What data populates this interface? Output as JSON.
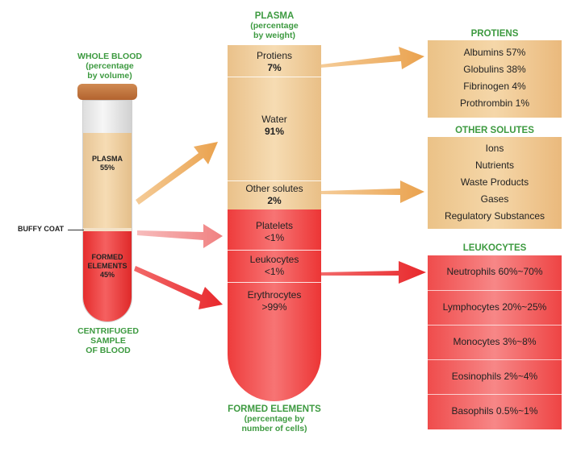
{
  "whole_blood": {
    "title": "WHOLE BLOOD",
    "subtitle_1": "(percentage",
    "subtitle_2": "by volume)"
  },
  "tube": {
    "plasma_label": "PLASMA",
    "plasma_value": "55%",
    "formed_label_1": "FORMED",
    "formed_label_2": "ELEMENTS",
    "formed_value": "45%",
    "buffy_coat": "BUFFY COAT",
    "caption_1": "CENTRIFUGED",
    "caption_2": "SAMPLE",
    "caption_3": "OF BLOOD"
  },
  "plasma_header": {
    "title": "PLASMA",
    "subtitle_1": "(percentage",
    "subtitle_2": "by weight)"
  },
  "column": {
    "proteins": {
      "name": "Protiens",
      "value": "7%"
    },
    "water": {
      "name": "Water",
      "value": "91%"
    },
    "other": {
      "name": "Other solutes",
      "value": "2%"
    },
    "platelets": {
      "name": "Platelets",
      "value": "<1%"
    },
    "leukocytes": {
      "name": "Leukocytes",
      "value": "<1%"
    },
    "erythrocytes": {
      "name": "Erythrocytes",
      "value": ">99%"
    }
  },
  "formed_footer": {
    "title": "FORMED ELEMENTS",
    "subtitle_1": "(percentage by",
    "subtitle_2": "number of cells)"
  },
  "proteins_box": {
    "title": "PROTIENS",
    "items": [
      "Albumins 57%",
      "Globulins 38%",
      "Fibrinogen 4%",
      "Prothrombin 1%"
    ]
  },
  "solutes_box": {
    "title": "OTHER SOLUTES",
    "items": [
      "Ions",
      "Nutrients",
      "Waste Products",
      "Gases",
      "Regulatory Substances"
    ]
  },
  "leukocytes_box": {
    "title": "LEUKOCYTES",
    "items": [
      "Neutrophils 60%~70%",
      "Lymphocytes 20%~25%",
      "Monocytes 3%~8%",
      "Eosinophils 2%~4%",
      "Basophils 0.5%~1%"
    ]
  },
  "colors": {
    "plasma": "#f2c98f",
    "formed": "#f24c4c",
    "accent_green": "#3d9a40",
    "arrow_orange": "#eeae5d",
    "arrow_red": "#ee3b3b",
    "arrow_pink": "#f28a8a"
  }
}
